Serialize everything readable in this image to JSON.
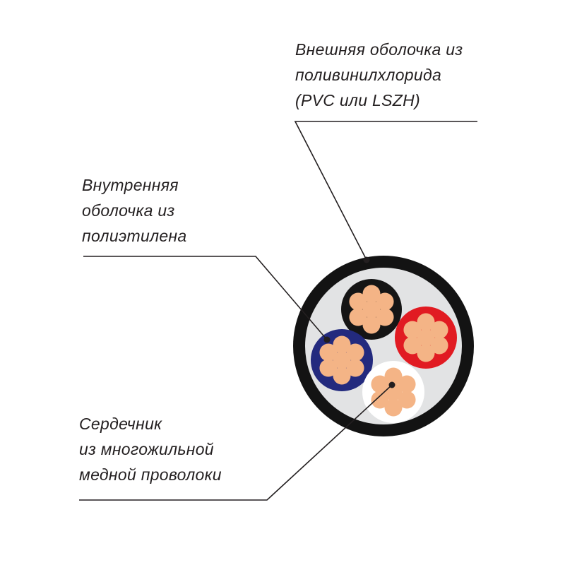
{
  "labels": {
    "outer_sheath": {
      "lines": [
        "Внешняя оболочка из",
        "поливинилхлорида",
        "(PVC или LSZH)"
      ]
    },
    "inner_sheath": {
      "lines": [
        "Внутренняя",
        "оболочка из",
        "полиэтилена"
      ]
    },
    "core": {
      "lines": [
        "Сердечник",
        "из многожильной",
        "медной проволоки"
      ]
    }
  },
  "colors": {
    "text": "#231f20",
    "outer_sheath": "#131313",
    "inner_filler": "#e2e3e4",
    "copper": "#f4b486",
    "conductor_black": "#151515",
    "conductor_red": "#e11b22",
    "conductor_blue": "#232a7e",
    "conductor_white": "#ffffff"
  }
}
